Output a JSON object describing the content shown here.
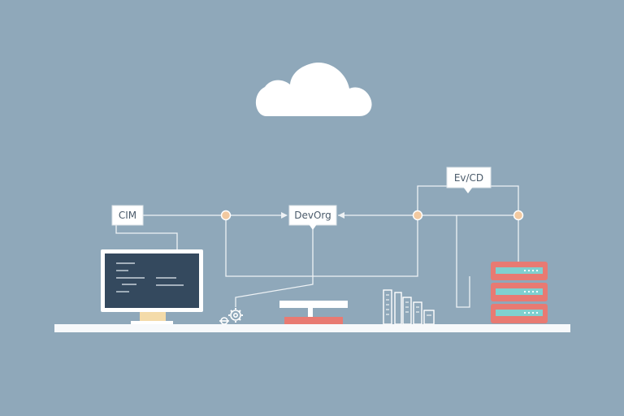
{
  "labels": {
    "cim": "CIM",
    "devorg": "DevOrg",
    "evcd": "Ev/CD"
  },
  "colors": {
    "background": "#8fa8ba",
    "line": "#eef2f5",
    "node": "#f2c9a0",
    "monitor_screen": "#34495e",
    "server": "#e87a72",
    "server_slot": "#7fd0cf",
    "desk": "#f7f9fb",
    "cloud": "#ffffff"
  },
  "icons": [
    "cloud-icon",
    "monitor-icon",
    "gear-icon",
    "buildings-icon",
    "server-stack-icon"
  ]
}
